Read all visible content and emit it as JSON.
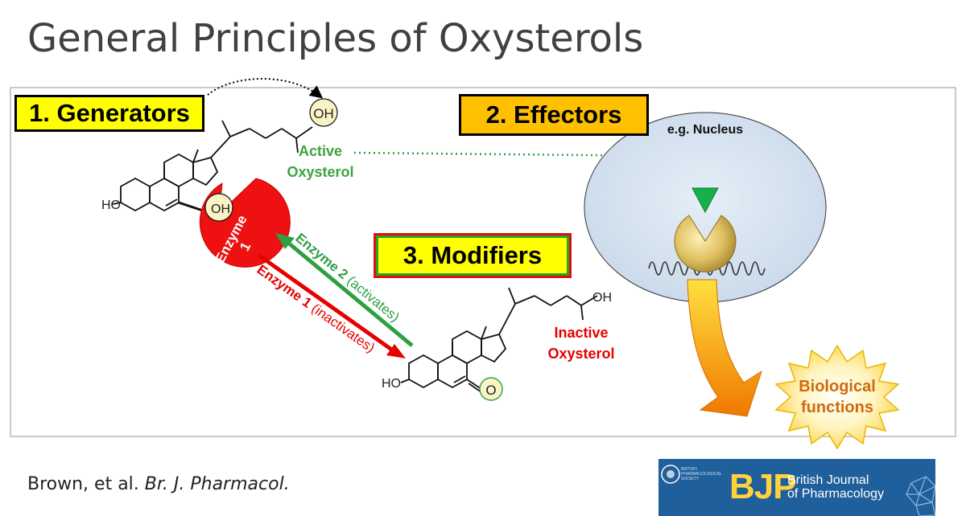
{
  "title": "General Principles of Oxysterols",
  "labels": {
    "generators": "1. Generators",
    "effectors": "2. Effectors",
    "modifiers": "3. Modifiers"
  },
  "nucleus_label": "e.g. Nucleus",
  "active_oxysterol": [
    "Active",
    "Oxysterol"
  ],
  "inactive_oxysterol": [
    "Inactive",
    "Oxysterol"
  ],
  "enzyme_badge": [
    "Enzyme",
    "1"
  ],
  "arrow_green": {
    "bold": "Enzyme 2",
    "normal": " (activates)"
  },
  "arrow_red": {
    "bold": "Enzyme 1",
    "normal": " (inactivates)"
  },
  "biological_functions": [
    "Biological",
    "functions"
  ],
  "chem_labels": {
    "oh": "OH",
    "ho": "HO",
    "ketone_o": "O"
  },
  "citation": {
    "authors": "Brown, et al. ",
    "journal": "Br. J. Pharmacol."
  },
  "logo": {
    "letters": "BJP",
    "name_line1": "British Journal",
    "name_line2": "of Pharmacology",
    "society": "BRITISH PHARMACOLOGICAL SOCIETY"
  },
  "colors": {
    "green": "#2ea043",
    "red": "#e60000",
    "yellow_box": "#ffff00",
    "orange_box": "#ffc000",
    "nucleus_fill": "#dbe7f3",
    "logo_blue": "#1f5f9c"
  }
}
